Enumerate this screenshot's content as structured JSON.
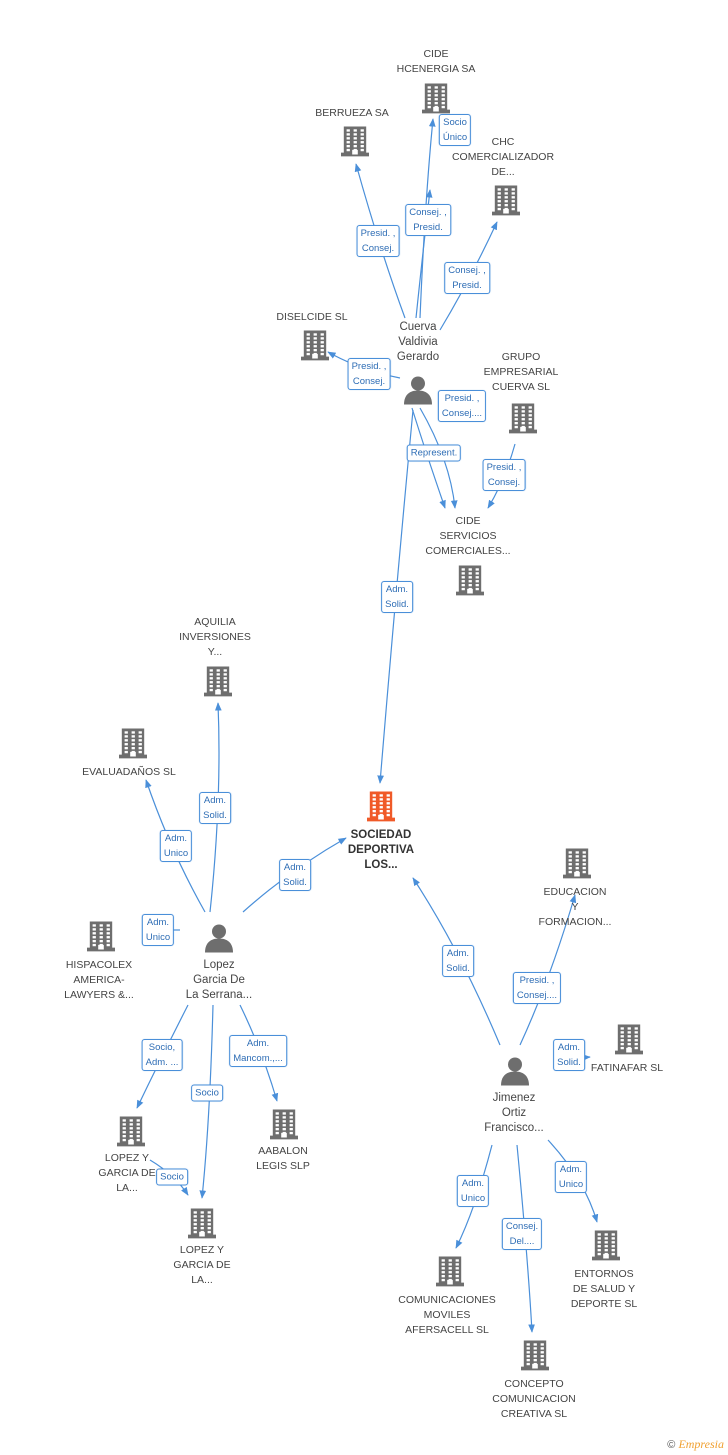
{
  "nodes": [
    {
      "id": "cide_hc",
      "type": "company",
      "label": "CIDE\nHCENERGIA SA"
    },
    {
      "id": "berrueza",
      "type": "company",
      "label": "BERRUEZA SA"
    },
    {
      "id": "chc",
      "type": "company",
      "label": "CHC\nCOMERCIALIZADOR\nDE..."
    },
    {
      "id": "diselcide",
      "type": "company",
      "label": "DISELCIDE SL"
    },
    {
      "id": "cuerva",
      "type": "person",
      "label": "Cuerva\nValdivia\nGerardo"
    },
    {
      "id": "grupo",
      "type": "company",
      "label": "GRUPO\nEMPRESARIAL\nCUERVA SL"
    },
    {
      "id": "cide_serv",
      "type": "company",
      "label": "CIDE\nSERVICIOS\nCOMERCIALES..."
    },
    {
      "id": "aquilia",
      "type": "company",
      "label": "AQUILIA\nINVERSIONES\nY..."
    },
    {
      "id": "evaluadanos",
      "type": "company",
      "label": "EVALUADAÑOS SL"
    },
    {
      "id": "main",
      "type": "main",
      "label": "SOCIEDAD\nDEPORTIVA\nLOS..."
    },
    {
      "id": "educacion",
      "type": "company",
      "label": "EDUCACION\nY\nFORMACION..."
    },
    {
      "id": "hispacolex",
      "type": "company",
      "label": "HISPACOLEX\nAMERICA-\nLAWYERS &..."
    },
    {
      "id": "lopez",
      "type": "person",
      "label": "Lopez\nGarcia De\nLa Serrana..."
    },
    {
      "id": "fatinafar",
      "type": "company",
      "label": "FATINAFAR SL"
    },
    {
      "id": "jimenez",
      "type": "person",
      "label": "Jimenez\nOrtiz\nFrancisco..."
    },
    {
      "id": "lopez_y1",
      "type": "company",
      "label": "LOPEZ Y\nGARCIA DE\nLA..."
    },
    {
      "id": "aabalon",
      "type": "company",
      "label": "AABALON\nLEGIS SLP"
    },
    {
      "id": "lopez_y2",
      "type": "company",
      "label": "LOPEZ Y\nGARCIA DE\nLA..."
    },
    {
      "id": "entornos",
      "type": "company",
      "label": "ENTORNOS\nDE SALUD Y\nDEPORTE SL"
    },
    {
      "id": "comunicaciones",
      "type": "company",
      "label": "COMUNICACIONES\nMOVILES\nAFERSACELL SL"
    },
    {
      "id": "concepto",
      "type": "company",
      "label": "CONCEPTO\nCOMUNICACION\nCREATIVA SL"
    }
  ],
  "edges": [
    {
      "from": "cuerva",
      "to": "cide_hc",
      "label": "Socio\nÚnico"
    },
    {
      "from": "cuerva",
      "to": "berrueza",
      "label": "Presid. ,\nConsej."
    },
    {
      "from": "cuerva",
      "to": "cide_hc",
      "label": "Consej. ,\nPresid."
    },
    {
      "from": "cuerva",
      "to": "chc",
      "label": "Consej. ,\nPresid."
    },
    {
      "from": "cuerva",
      "to": "diselcide",
      "label": "Presid. ,\nConsej."
    },
    {
      "from": "cuerva",
      "to": "cide_serv",
      "label": "Presid. ,\nConsej...."
    },
    {
      "from": "cuerva",
      "to": "cide_serv",
      "label": "Represent."
    },
    {
      "from": "grupo",
      "to": "cide_serv",
      "label": "Presid. ,\nConsej."
    },
    {
      "from": "cuerva",
      "to": "main",
      "label": "Adm.\nSolid."
    },
    {
      "from": "lopez",
      "to": "aquilia",
      "label": "Adm.\nSolid."
    },
    {
      "from": "lopez",
      "to": "evaluadanos",
      "label": "Adm.\nUnico"
    },
    {
      "from": "lopez",
      "to": "main",
      "label": "Adm.\nSolid."
    },
    {
      "from": "lopez",
      "to": "hispacolex",
      "label": "Adm.\nUnico"
    },
    {
      "from": "lopez",
      "to": "lopez_y1",
      "label": "Socio,\nAdm. ..."
    },
    {
      "from": "lopez",
      "to": "lopez_y2",
      "label": "Socio"
    },
    {
      "from": "lopez",
      "to": "aabalon",
      "label": "Adm.\nMancom.,..."
    },
    {
      "from": "lopez_y1",
      "to": "lopez_y2",
      "label": "Socio"
    },
    {
      "from": "jimenez",
      "to": "main",
      "label": "Adm.\nSolid."
    },
    {
      "from": "jimenez",
      "to": "educacion",
      "label": "Presid. ,\nConsej...."
    },
    {
      "from": "jimenez",
      "to": "fatinafar",
      "label": "Adm.\nSolid."
    },
    {
      "from": "jimenez",
      "to": "comunicaciones",
      "label": "Adm.\nUnico"
    },
    {
      "from": "jimenez",
      "to": "concepto",
      "label": "Consej.\nDel...."
    },
    {
      "from": "jimenez",
      "to": "entornos",
      "label": "Adm.\nUnico"
    }
  ],
  "colors": {
    "edge": "#4a8fd9",
    "company_icon": "#6e6e6e",
    "main_icon": "#f05a28",
    "person_icon": "#6e6e6e"
  },
  "footer": {
    "copyright": "©",
    "brand": "Empresia"
  }
}
